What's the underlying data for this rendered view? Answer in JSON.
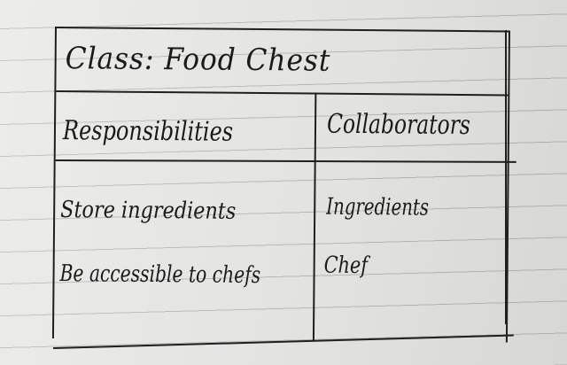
{
  "card": {
    "title": "Class: Food Chest",
    "responsibilities_header": "Responsibilities",
    "collaborators_header": "Collaborators",
    "responsibilities": [
      "Store ingredients",
      "Be accessible to chefs"
    ],
    "collaborators": [
      "Ingredients",
      "Chef"
    ]
  }
}
